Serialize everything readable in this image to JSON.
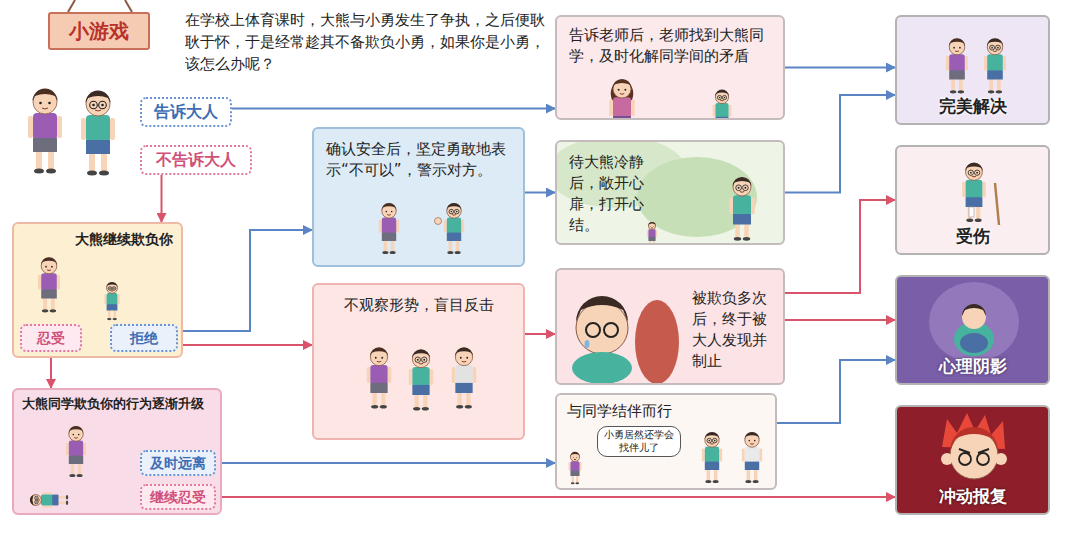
{
  "diagram": {
    "title": "小游戏",
    "nodes": [
      {
        "text": [
          "告诉大人"
        ]
      },
      {
        "text": [
          "不告诉大人"
        ]
      },
      {
        "text": [
          "大熊继续欺负你"
        ]
      },
      {
        "text": [
          "忍受"
        ],
        "in": 2
      },
      {
        "text": [
          "拒绝"
        ],
        "in": 2
      },
      {
        "text": [
          "大熊同学欺负你的行为逐渐升级"
        ]
      },
      {
        "text": [
          "及时远离"
        ],
        "in": 5
      },
      {
        "text": [
          "继续忍受"
        ],
        "in": 5
      },
      {
        "text": [
          "确认安全后，坚定勇敢地表示“不可以”，警示对方。"
        ]
      },
      {
        "text": [
          "不观察形势，盲目反击"
        ]
      },
      {
        "text": [
          "告诉老师后，老师找到大熊同学，及时化解同学间的矛盾"
        ]
      },
      {
        "text": [
          "待大熊冷静后，敞开心扉，打开心结。"
        ]
      },
      {
        "text": [
          "被欺负多次后，终于被大人发现并制止"
        ]
      },
      {
        "text": [
          "与同学结伴而行",
          "小勇居然还学会找伴儿了"
        ]
      },
      {
        "text": [
          "完美解决"
        ]
      },
      {
        "text": [
          "受伤"
        ]
      },
      {
        "text": [
          "心理阴影"
        ]
      },
      {
        "text": [
          "冲动报复"
        ]
      }
    ],
    "edges": [
      {
        "from": 0,
        "to": 10,
        "arrow": "to"
      },
      {
        "from": 10,
        "to": 14,
        "arrow": "to"
      },
      {
        "from": 1,
        "to": 2,
        "arrow": "to"
      },
      {
        "from": 3,
        "to": 5,
        "arrow": "to"
      },
      {
        "from": 4,
        "to": 8,
        "arrow": "to"
      },
      {
        "from": 4,
        "to": 9,
        "arrow": "to"
      },
      {
        "from": 8,
        "to": 11,
        "arrow": "to"
      },
      {
        "from": 11,
        "to": 14,
        "arrow": "to"
      },
      {
        "from": 9,
        "to": 12,
        "arrow": "to"
      },
      {
        "from": 12,
        "to": 15,
        "arrow": "to"
      },
      {
        "from": 12,
        "to": 16,
        "arrow": "to"
      },
      {
        "from": 13,
        "to": 16,
        "arrow": "to"
      },
      {
        "from": 6,
        "to": 13,
        "arrow": "to"
      },
      {
        "from": 7,
        "to": 17,
        "arrow": "to"
      }
    ],
    "labels": [
      "在学校上体育课时，大熊与小勇发生了争执，之后便耿耿于怀，于是经常趁其不备欺负小勇，如果你是小勇，该怎么办呢？"
    ]
  }
}
